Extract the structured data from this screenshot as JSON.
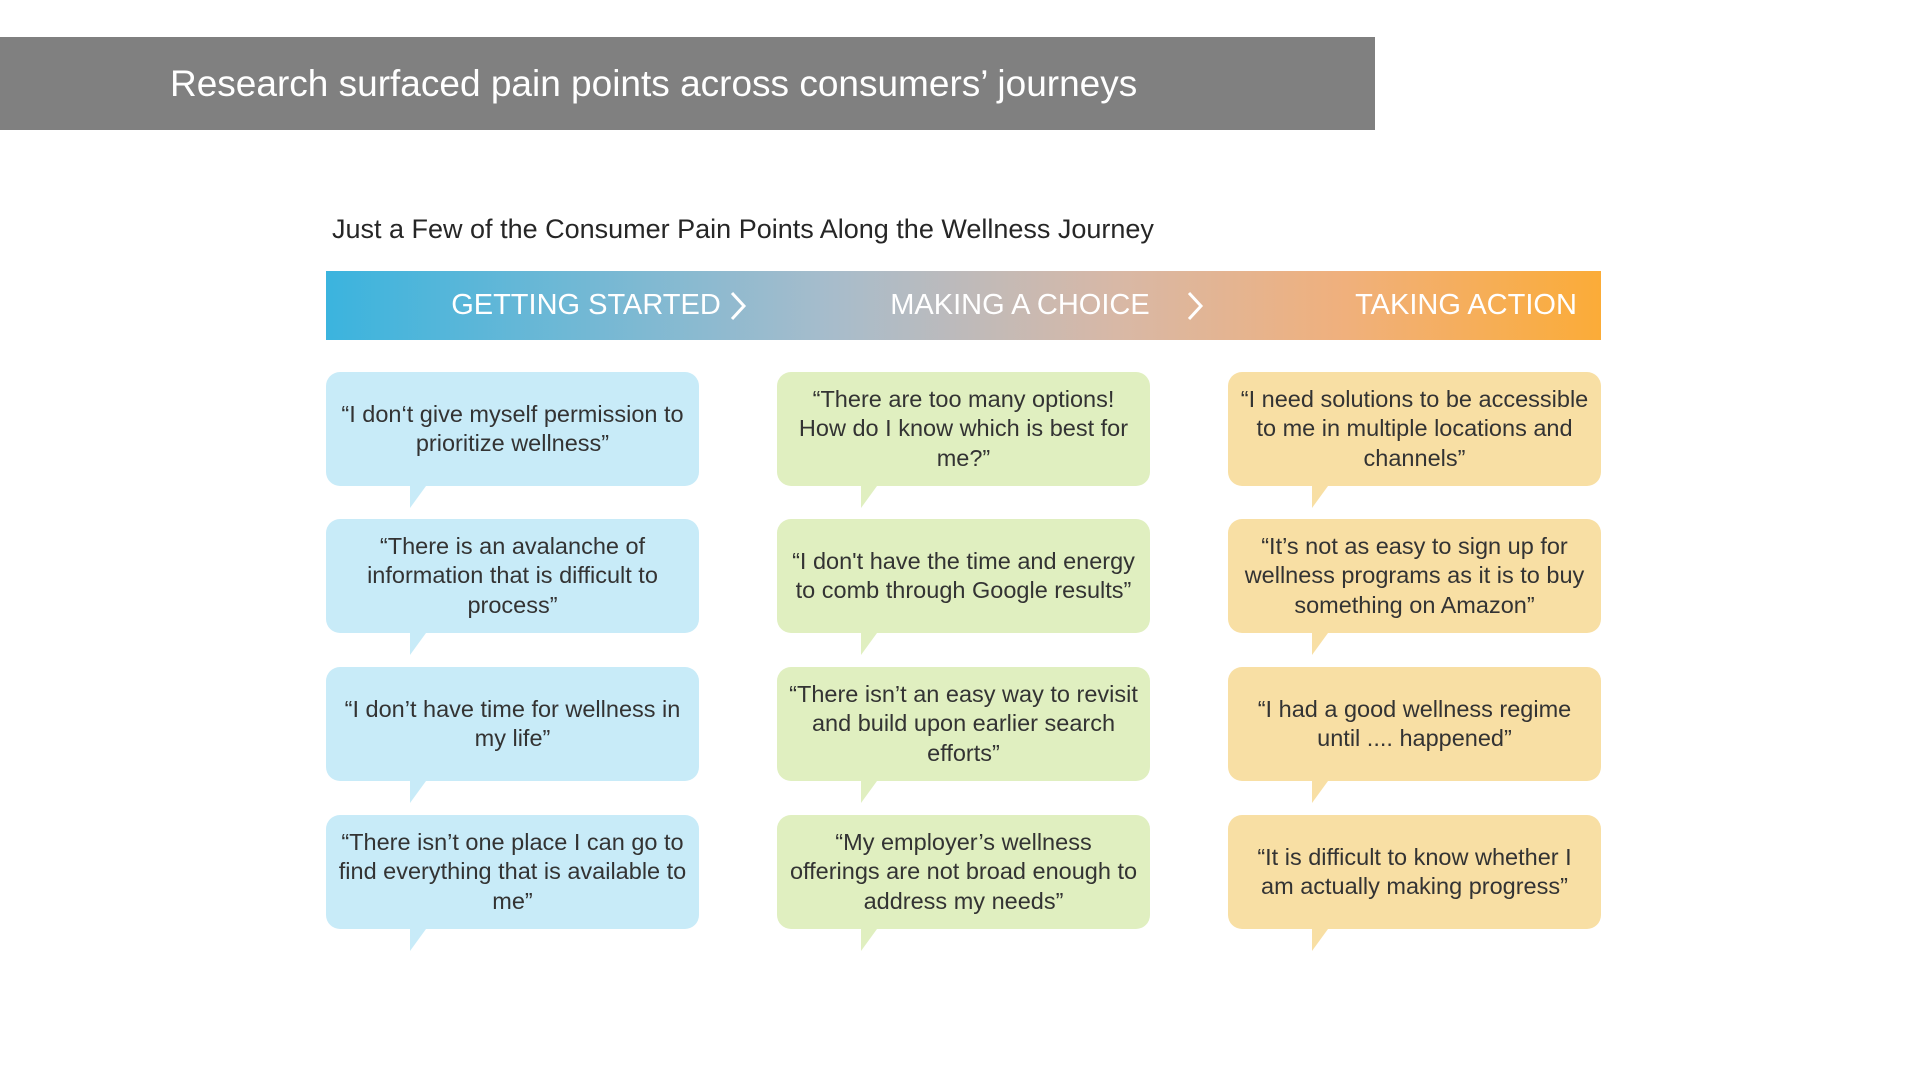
{
  "slide": {
    "title": "Research surfaced pain points across consumers’ journeys",
    "subtitle": "Just a Few of the Consumer Pain Points Along the Wellness Journey"
  },
  "stages": [
    {
      "label": "GETTING STARTED",
      "color": "#3bb4de"
    },
    {
      "label": "MAKING A CHOICE",
      "color": "#c8b8b4"
    },
    {
      "label": "TAKING ACTION",
      "color": "#fbac38"
    }
  ],
  "arrow_icon": "chevron-right-icon",
  "columns": [
    {
      "stage": "GETTING STARTED",
      "bubble_color": "#c8ebf8",
      "quotes": [
        "“I don‘t give myself permission to prioritize wellness”",
        "“There is an avalanche of information that is difficult to process”",
        "“I don’t have time for wellness in my life”",
        "“There isn’t one place I can go to find everything that is available to me”"
      ]
    },
    {
      "stage": "MAKING A CHOICE",
      "bubble_color": "#e0efc0",
      "quotes": [
        "“There are too many options! How do I know which is best for me?”",
        "“I don't have the time and energy to comb through Google results”",
        "“There isn’t an easy way to revisit and build upon earlier search efforts”",
        "“My employer’s wellness offerings are not broad enough to address my needs”"
      ]
    },
    {
      "stage": "TAKING ACTION",
      "bubble_color": "#f8dfa4",
      "quotes": [
        "“I need solutions to be accessible to me in multiple locations and channels”",
        "“It’s not as easy to sign up for wellness programs as it is to buy something on Amazon”",
        "“I had a good wellness regime until .... happened”",
        "“It is difficult to know whether I am actually making progress”"
      ]
    }
  ]
}
